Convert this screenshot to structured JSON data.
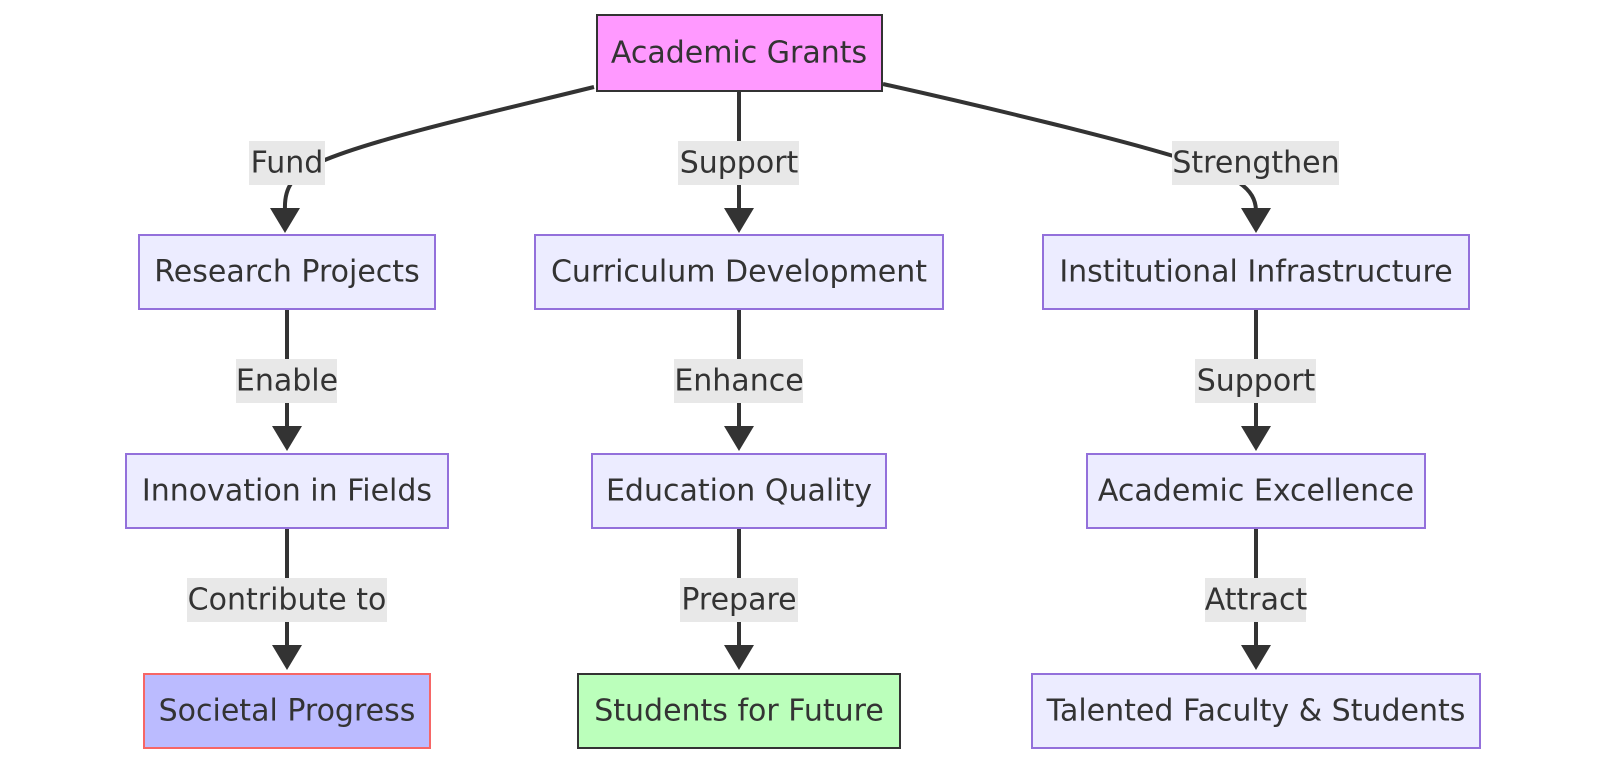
{
  "colors": {
    "default_node_fill": "#ECECFF",
    "default_node_stroke": "#9370DB",
    "edge": "#333333",
    "edge_label_bg": "#E8E8E8",
    "root_fill": "#FF99FF",
    "root_stroke": "#333333",
    "societal_fill": "#BBBBFF",
    "societal_stroke": "#F66666",
    "students_fill": "#BBFFBB",
    "students_stroke": "#333333"
  },
  "nodes": {
    "root": "Academic Grants",
    "research": "Research Projects",
    "curriculum": "Curriculum Development",
    "infrastructure": "Institutional Infrastructure",
    "innovation": "Innovation in Fields",
    "education": "Education Quality",
    "excellence": "Academic Excellence",
    "societal": "Societal Progress",
    "students": "Students for Future",
    "talented": "Talented Faculty & Students"
  },
  "edges": {
    "fund": "Fund",
    "support_curriculum": "Support",
    "strengthen": "Strengthen",
    "enable": "Enable",
    "enhance": "Enhance",
    "support_excellence": "Support",
    "contribute": "Contribute to",
    "prepare": "Prepare",
    "attract": "Attract"
  }
}
